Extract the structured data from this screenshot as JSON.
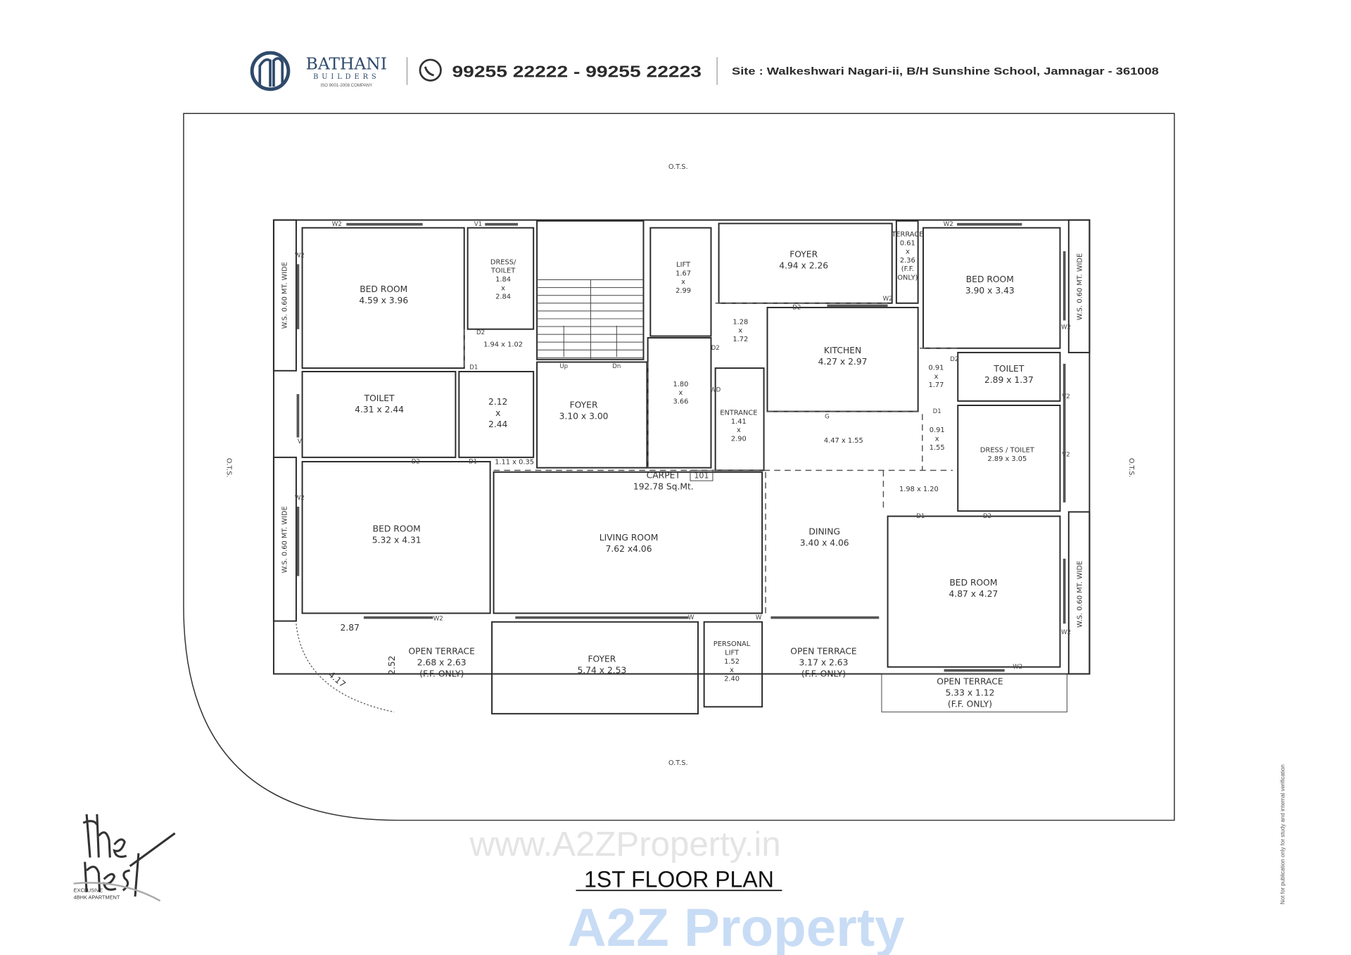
{
  "header": {
    "brand": "BATHANI",
    "brand_sub": "BUILDERS",
    "brand_cert": "ISO 9001-2008 COMPANY",
    "phone": "99255 22222 - 99255 22223",
    "site": "Site : Walkeshwari Nagari-ii, B/H Sunshine School,  Jamnagar - 361008",
    "brand_color": "#2f4a6b"
  },
  "plot": {
    "ots": "O.T.S.",
    "ots_side": "O.T.S.",
    "ws": "W.S. 0.60 MT. WIDE"
  },
  "rooms": [
    {
      "lines": [
        "BED ROOM",
        "4.59 x 3.96"
      ]
    },
    {
      "lines": [
        "DRESS/",
        "TOILET",
        "1.84",
        "x",
        "2.84"
      ]
    },
    {
      "lines": [
        "1.94 x 1.02"
      ]
    },
    {
      "lines": [
        "LIFT",
        "1.67",
        "x",
        "2.99"
      ]
    },
    {
      "lines": [
        "FOYER",
        "4.94 x 2.26"
      ]
    },
    {
      "lines": [
        "TERRACE",
        "0.61",
        "x",
        "2.36",
        "(F.F.",
        "ONLY)"
      ]
    },
    {
      "lines": [
        "BED ROOM",
        "3.90 x 3.43"
      ]
    },
    {
      "lines": [
        "TOILET",
        "4.31 x 2.44"
      ]
    },
    {
      "lines": [
        "2.12",
        "x",
        "2.44"
      ]
    },
    {
      "lines": [
        "FOYER",
        "3.10 x 3.00"
      ]
    },
    {
      "lines": [
        "1.80",
        "x",
        "3.66"
      ]
    },
    {
      "lines": [
        "1.28",
        "x",
        "1.72"
      ]
    },
    {
      "lines": [
        "ENTRANCE",
        "1.41",
        "x",
        "2.90"
      ]
    },
    {
      "lines": [
        "KITCHEN",
        "4.27 x 2.97"
      ]
    },
    {
      "lines": [
        "4.47 x 1.55"
      ]
    },
    {
      "lines": [
        "0.91",
        "x",
        "1.77"
      ]
    },
    {
      "lines": [
        "0.91",
        "x",
        "1.55"
      ]
    },
    {
      "lines": [
        "TOILET",
        "2.89 x 1.37"
      ]
    },
    {
      "lines": [
        "DRESS / TOILET",
        "2.89 x 3.05"
      ]
    },
    {
      "lines": [
        "1.98 x 1.20"
      ]
    },
    {
      "lines": [
        "CARPET",
        "192.78 Sq.Mt."
      ]
    },
    {
      "lines": [
        "BED ROOM",
        "5.32 x 4.31"
      ]
    },
    {
      "lines": [
        "LIVING ROOM",
        "7.62 x4.06"
      ]
    },
    {
      "lines": [
        "DINING",
        "3.40 x 4.06"
      ]
    },
    {
      "lines": [
        "BED ROOM",
        "4.87 x 4.27"
      ]
    },
    {
      "lines": [
        "OPEN TERRACE",
        "2.68 x 2.63",
        "(F.F. ONLY)"
      ]
    },
    {
      "lines": [
        "FOYER",
        "5.74 x 2.53"
      ]
    },
    {
      "lines": [
        "PERSONAL",
        "LIFT",
        "1.52",
        "x",
        "2.40"
      ]
    },
    {
      "lines": [
        "OPEN TERRACE",
        "3.17 x 2.63",
        "(F.F. ONLY)"
      ]
    },
    {
      "lines": [
        "OPEN TERRACE",
        "5.33 x 1.12",
        "(F.F. ONLY)"
      ]
    },
    {
      "lines": [
        "1.11 x 0.35"
      ]
    }
  ],
  "unit_no": "101",
  "dims": [
    "2.87",
    "2.52",
    "4.17"
  ],
  "tags": [
    "W2",
    "V1",
    "W2",
    "D2",
    "D1",
    "V",
    "D2",
    "D1",
    "W2",
    "W2",
    "W",
    "W",
    "D2",
    "W2",
    "D2",
    "WD",
    "G",
    "D2",
    "D1",
    "V2",
    "V2",
    "D1",
    "D2",
    "W2",
    "W2",
    "W2",
    "W2",
    "Up",
    "Dn"
  ],
  "title": "1ST FLOOR PLAN",
  "logo": {
    "name": "the nest",
    "tagline1": "EXCLUSIVE",
    "tagline2": "4BHK APARTMENT"
  },
  "watermark": {
    "url": "www.A2ZProperty.in",
    "brand": "A2Z Property"
  },
  "side_note": "Not for publication only for study and internal verification"
}
